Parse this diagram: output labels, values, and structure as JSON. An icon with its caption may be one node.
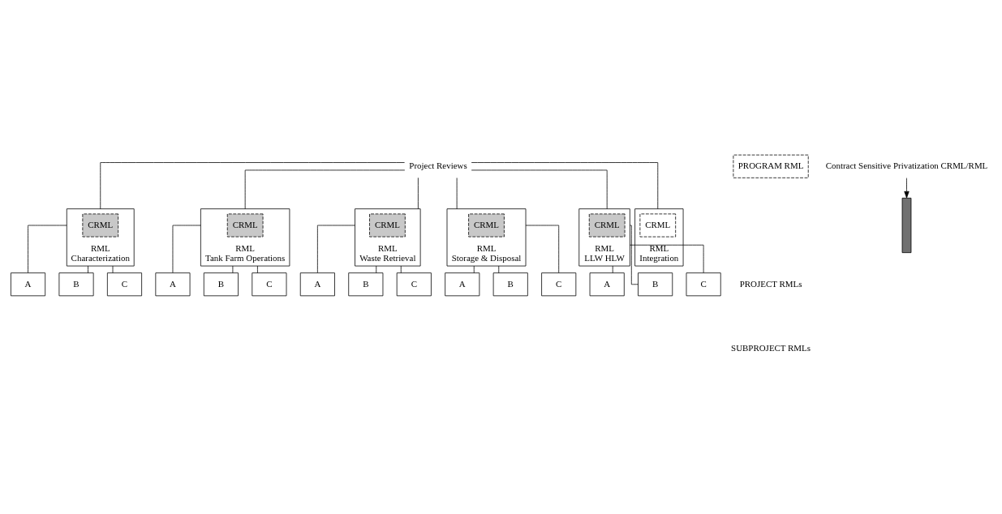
{
  "diagram": {
    "nodes": [
      {
        "text": [
          "Project Reviews"
        ]
      },
      {
        "text": [
          "PROGRAM RML"
        ]
      },
      {
        "text": [
          "RML",
          "Characterization"
        ]
      },
      {
        "text": [
          "CRML"
        ],
        "in": 2
      },
      {
        "text": [
          "A"
        ]
      },
      {
        "text": [
          "B"
        ]
      },
      {
        "text": [
          "C"
        ]
      },
      {
        "text": [
          "RML",
          "Tank Farm Operations"
        ]
      },
      {
        "text": [
          "CRML"
        ],
        "in": 7
      },
      {
        "text": [
          "A"
        ]
      },
      {
        "text": [
          "B"
        ]
      },
      {
        "text": [
          "C"
        ]
      },
      {
        "text": [
          "RML",
          "Waste Retrieval"
        ]
      },
      {
        "text": [
          "CRML"
        ],
        "in": 12
      },
      {
        "text": [
          "A"
        ]
      },
      {
        "text": [
          "B"
        ]
      },
      {
        "text": [
          "C"
        ]
      },
      {
        "text": [
          "RML",
          "Storage & Disposal"
        ]
      },
      {
        "text": [
          "CRML"
        ],
        "in": 17
      },
      {
        "text": [
          "A"
        ]
      },
      {
        "text": [
          "B"
        ]
      },
      {
        "text": [
          "C"
        ]
      },
      {
        "text": [
          "RML",
          "LLW HLW"
        ]
      },
      {
        "text": [
          "CRML"
        ],
        "in": 22
      },
      {
        "text": [
          "A"
        ]
      },
      {
        "text": [
          "B"
        ]
      },
      {
        "text": [
          "C"
        ]
      },
      {
        "text": [
          "RML",
          "Integration"
        ]
      },
      {
        "text": [
          "CRML"
        ],
        "in": 27
      },
      {
        "text": [],
        "shape": "bar"
      },
      {
        "text": [
          "Contract Sensitive Privatization CRML/RML"
        ]
      }
    ],
    "edges": [
      {
        "from": 0,
        "to": 2,
        "arrow": "none"
      },
      {
        "from": 0,
        "to": 7,
        "arrow": "none"
      },
      {
        "from": 0,
        "to": 12,
        "arrow": "none"
      },
      {
        "from": 0,
        "to": 17,
        "arrow": "none"
      },
      {
        "from": 0,
        "to": 22,
        "arrow": "none"
      },
      {
        "from": 0,
        "to": 27,
        "arrow": "none"
      },
      {
        "from": 2,
        "to": 4,
        "arrow": "none"
      },
      {
        "from": 2,
        "to": 5,
        "arrow": "none"
      },
      {
        "from": 2,
        "to": 6,
        "arrow": "none"
      },
      {
        "from": 7,
        "to": 9,
        "arrow": "none"
      },
      {
        "from": 7,
        "to": 10,
        "arrow": "none"
      },
      {
        "from": 7,
        "to": 11,
        "arrow": "none"
      },
      {
        "from": 12,
        "to": 14,
        "arrow": "none"
      },
      {
        "from": 12,
        "to": 15,
        "arrow": "none"
      },
      {
        "from": 12,
        "to": 16,
        "arrow": "none"
      },
      {
        "from": 17,
        "to": 19,
        "arrow": "none"
      },
      {
        "from": 17,
        "to": 20,
        "arrow": "none"
      },
      {
        "from": 17,
        "to": 21,
        "arrow": "none"
      },
      {
        "from": 22,
        "to": 24,
        "arrow": "none"
      },
      {
        "from": 22,
        "to": 25,
        "arrow": "none"
      },
      {
        "from": 22,
        "to": 26,
        "arrow": "none"
      },
      {
        "from": 30,
        "to": 29,
        "arrow": "to"
      }
    ],
    "labels": [
      "PROJECT RMLs",
      "SUBPROJECT RMLs"
    ]
  }
}
